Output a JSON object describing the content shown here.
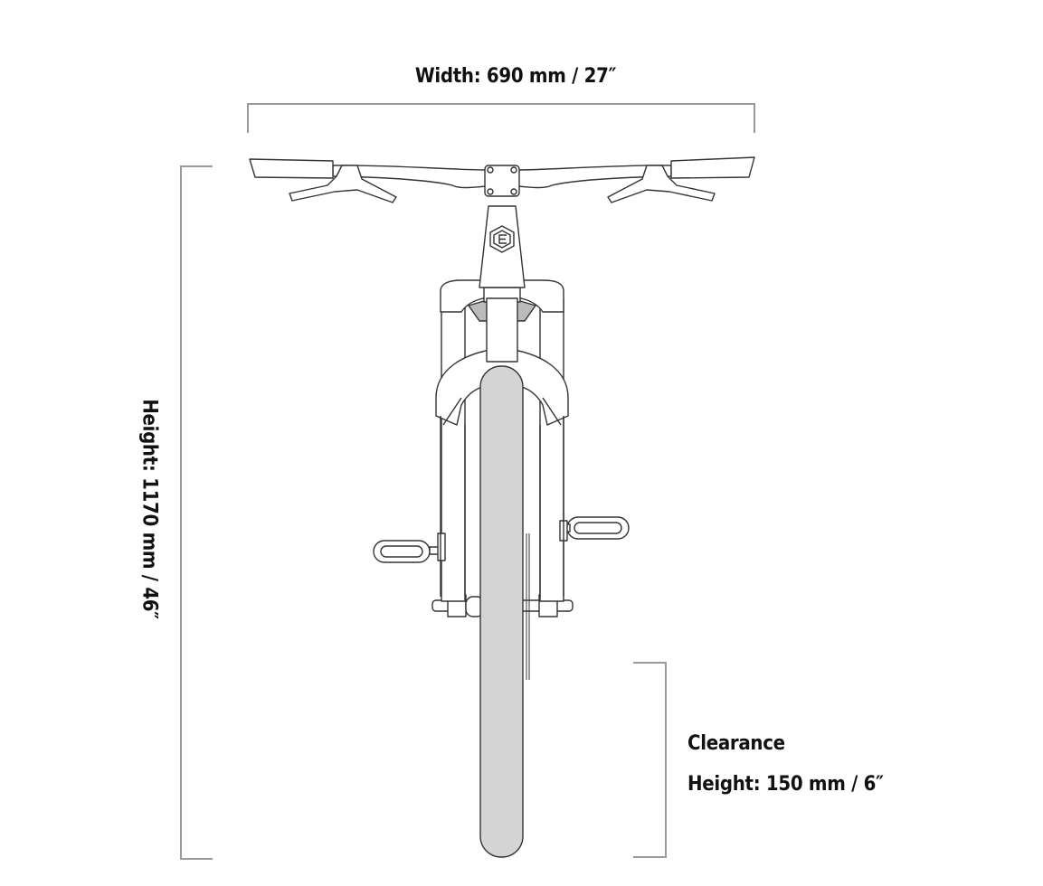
{
  "dimensions": {
    "width_label": "Width: 690 mm / 27″",
    "height_label": "Height: 1170 mm / 46″",
    "clearance_title": "Clearance",
    "clearance_label": "Height: 150 mm / 6″"
  },
  "colors": {
    "line": "#333333",
    "bracket": "#999999",
    "tire": "#d4d4d4"
  }
}
